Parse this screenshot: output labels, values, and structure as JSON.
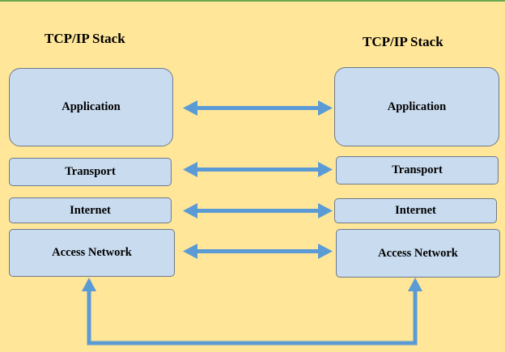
{
  "colors": {
    "background": "#ffe699",
    "box_fill": "#c9dbef",
    "box_border": "#6d7a8a",
    "arrow": "#5b9bd5"
  },
  "left_stack": {
    "title": "TCP/IP Stack",
    "layers": {
      "application": "Application",
      "transport": "Transport",
      "internet": "Internet",
      "access_network": "Access Network"
    }
  },
  "right_stack": {
    "title": "TCP/IP Stack",
    "layers": {
      "application": "Application",
      "transport": "Transport",
      "internet": "Internet",
      "access_network": "Access Network"
    }
  }
}
